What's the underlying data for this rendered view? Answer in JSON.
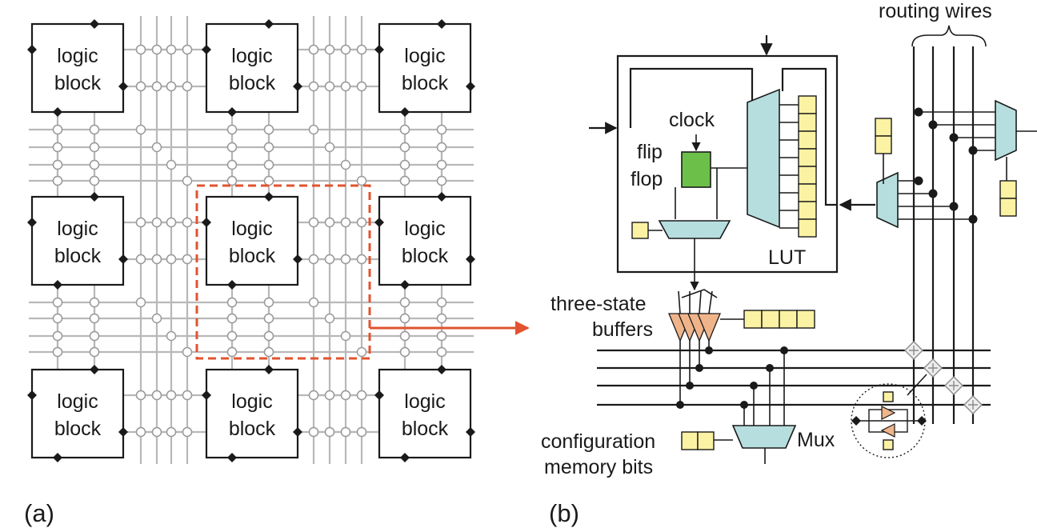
{
  "panel_a": {
    "label": "(a)",
    "block_label_line1": "logic",
    "block_label_line2": "block",
    "colors": {
      "highlight": "#e2532f",
      "routing": "#b8b8b8"
    }
  },
  "panel_b": {
    "label": "(b)",
    "routing_wires": "routing wires",
    "clock": "clock",
    "flip_flop_line1": "flip",
    "flip_flop_line2": "flop",
    "lut": "LUT",
    "three_state_line1": "three-state",
    "three_state_line2": "buffers",
    "config_line1": "configuration",
    "config_line2": "memory bits",
    "mux": "Mux",
    "colors": {
      "mux": "#b7dede",
      "memory": "#fbf2a3",
      "flipflop": "#6cc04a",
      "buffer": "#f0b48a"
    }
  }
}
